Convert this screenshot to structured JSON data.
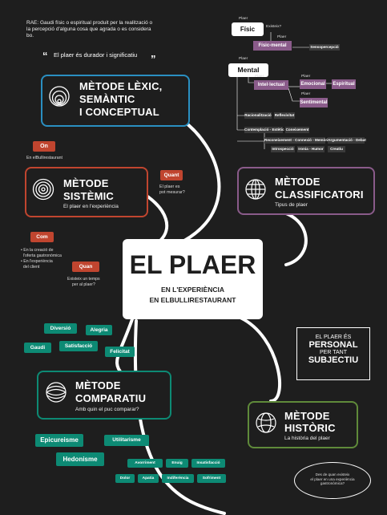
{
  "definition": {
    "text": "RAE: Gaudi físic o espiritual produit per la realització o la percepció d'alguna cosa que agrada o es considera bo."
  },
  "quote": {
    "open": "“",
    "text": "El plaer és durador i significatiu",
    "close": "”"
  },
  "center": {
    "title": "EL PLAER",
    "subtitle_line1": "EN L'EXPERIÈNCIA",
    "subtitle_line2": "EN ELBULLIRESTAURANT"
  },
  "methods": {
    "lexic": {
      "line1": "MÈTODE LÈXIC,",
      "line2": "SEMÀNTIC",
      "line3": "I CONCEPTUAL",
      "color": "#2a8fc1"
    },
    "sistemic": {
      "line1": "MÈTODE",
      "line2": "SISTÈMIC",
      "subtitle": "El plaer en l'experiència",
      "color": "#c0452f"
    },
    "classificatori": {
      "line1": "MÈTODE",
      "line2": "CLASSIFICATORI",
      "subtitle": "Tipus de plaer",
      "color": "#8a5b8a"
    },
    "comparatiu": {
      "line1": "MÈTODE",
      "line2": "COMPARATIU",
      "subtitle": "Amb quin el puc comparar?",
      "color": "#0d8a74"
    },
    "historic": {
      "line1": "MÈTODE",
      "line2": "HISTÒRIC",
      "subtitle": "La història del plaer",
      "color": "#5f8a3a"
    }
  },
  "questions": {
    "on": {
      "label": "On",
      "answer": "En elBullirestaurant"
    },
    "quant": {
      "label": "Quant",
      "answer_line1": "El plaer es",
      "answer_line2": "pot mesurar?"
    },
    "com": {
      "label": "Com",
      "answer_line1": "• En la creació de",
      "answer_line2": "  l'oferta gastronòmica",
      "answer_line3": "• En l'experiència",
      "answer_line4": "  del client"
    },
    "quan": {
      "label": "Quan",
      "answer_line1": "Existeix un temps",
      "answer_line2": "per al plaer?"
    }
  },
  "personal": {
    "line1": "EL PLAER ÉS",
    "line2": "PERSONAL",
    "line3": "PER TANT",
    "line4": "SUBJECTIU"
  },
  "historic_question": {
    "line1": "Des de quan existeix",
    "line2": "el plaer en una experiència",
    "line3": "gastronòmica?"
  },
  "synonyms": [
    "Diversió",
    "Alegria",
    "Gaudi",
    "Satisfacció",
    "Felicitat"
  ],
  "comparisons": {
    "big": [
      "Epicureisme",
      "Hedonisme"
    ],
    "utilitarisme": "Utilitarisme",
    "small": [
      "Avorriment",
      "Enuig",
      "Insatisfacció",
      "Dolor",
      "Apatia",
      "Indiferència",
      "Sofriment"
    ]
  },
  "mindmap": {
    "fisic": "Físic",
    "mental": "Mental",
    "plaer_label": "Plaer",
    "existeix": "Existeix?",
    "fisic_mental": "Físic-mental",
    "sensopercepcio": "Sensopercepció",
    "intel_lectual": "Intel·lectual",
    "emocional": "Emocional",
    "espiritual": "Espiritual",
    "sentimental": "Sentimental",
    "racionalitzacio": "Racionalització",
    "reflexivitat": "Reflexivitat",
    "contemplacio": "Contemplació - Estètic",
    "coneixement": "Coneixement",
    "reconeixement": "Reconeixement - Connexió - Memòria",
    "argumentacio": "Argumentació - Debat",
    "introspeccio": "Introspecció",
    "ironia": "Ironia - Humor",
    "creatiu": "Creatiu"
  },
  "colors": {
    "background": "#1e1e1e",
    "lexic": "#2a8fc1",
    "sistemic": "#c0452f",
    "classificatori": "#8a5b8a",
    "comparatiu": "#0d8a74",
    "historic": "#5f8a3a"
  }
}
